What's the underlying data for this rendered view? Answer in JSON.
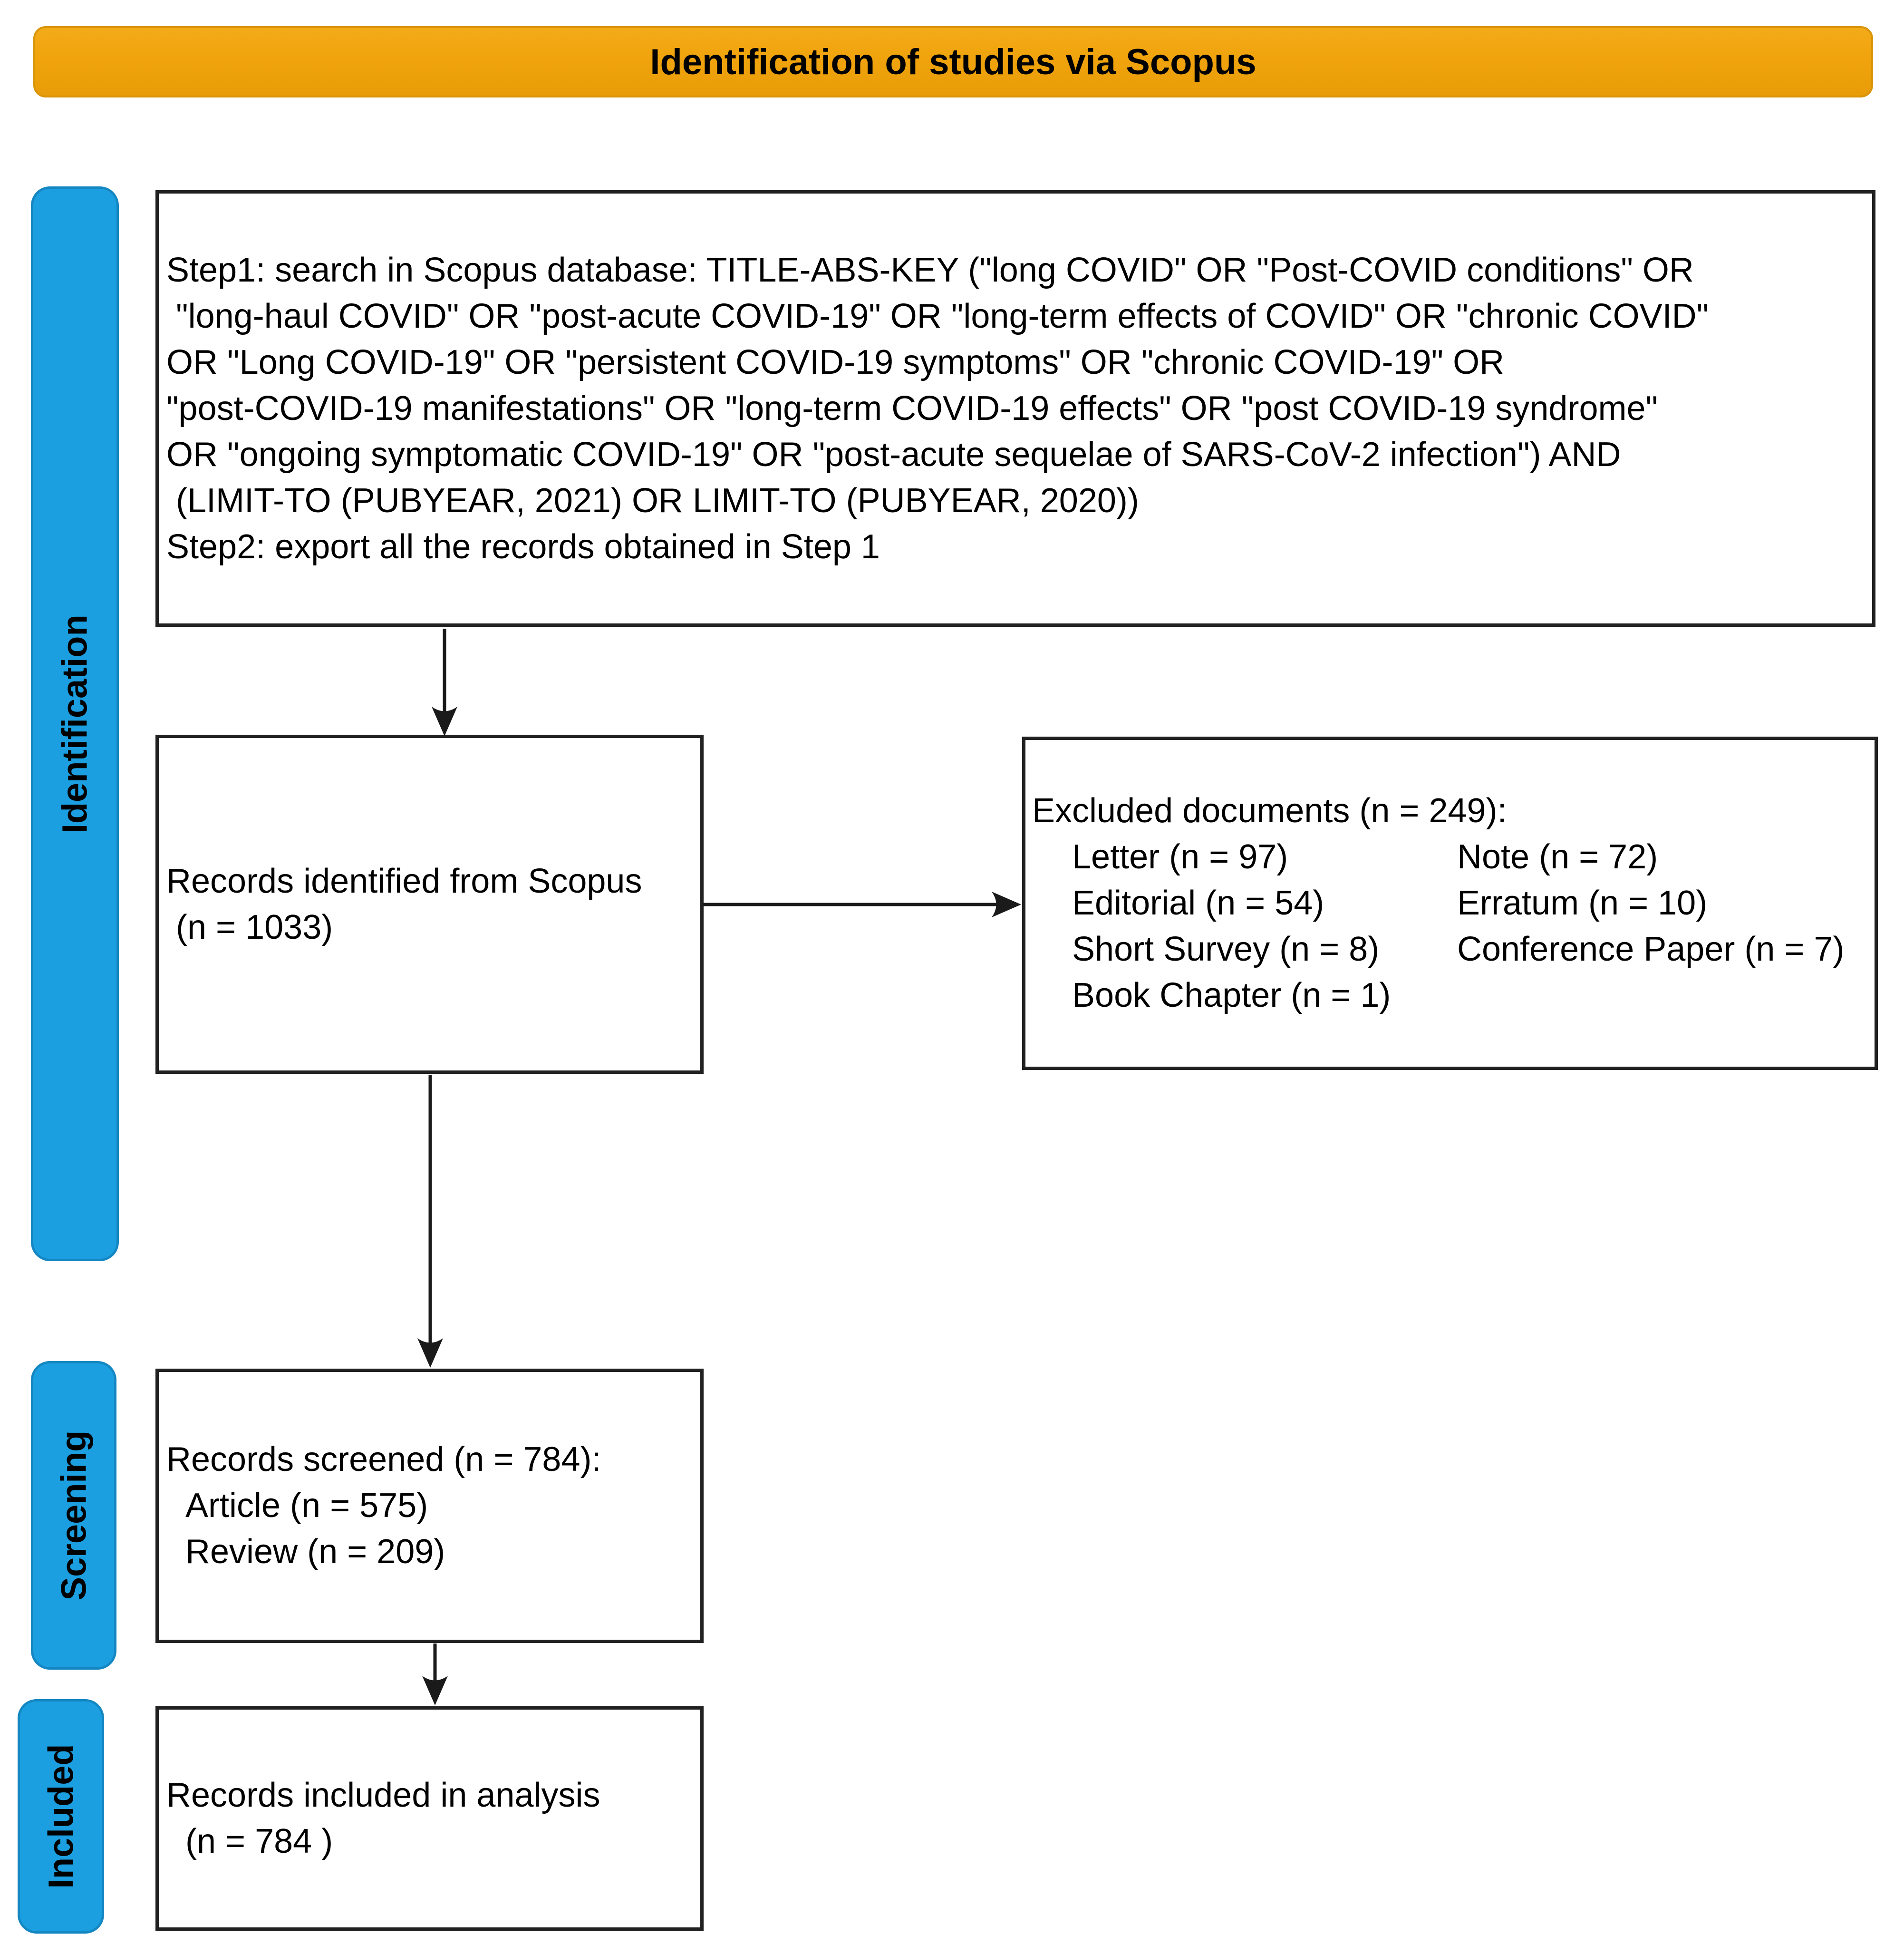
{
  "header": {
    "title": "Identification of studies via Scopus"
  },
  "colors": {
    "banner_orange": "#F0A30C",
    "stage_blue": "#1C9FE0",
    "box_border": "#212121",
    "text": "#000000"
  },
  "stage_labels": {
    "identification": "Identification",
    "screening": "Screening",
    "included": "Included"
  },
  "boxes": {
    "search_strategy": {
      "lines": [
        "Step1: search in Scopus database: TITLE-ABS-KEY (\"long COVID\" OR \"Post-COVID conditions\" OR",
        " \"long-haul COVID\" OR \"post-acute COVID-19\" OR \"long-term effects of COVID\" OR \"chronic COVID\"",
        "OR \"Long COVID-19\" OR \"persistent COVID-19 symptoms\" OR \"chronic COVID-19\" OR",
        "\"post-COVID-19 manifestations\" OR \"long-term COVID-19 effects\" OR \"post COVID-19 syndrome\"",
        "OR \"ongoing symptomatic COVID-19\" OR \"post-acute sequelae of SARS-CoV-2 infection\") AND",
        " (LIMIT-TO (PUBYEAR, 2021) OR LIMIT-TO (PUBYEAR, 2020))",
        "Step2: export all the records obtained in Step 1"
      ]
    },
    "records_identified": {
      "lines": [
        "Records identified from Scopus",
        " (n = 1033)"
      ]
    },
    "excluded_documents": {
      "title": "Excluded documents (n = 249):",
      "rows": [
        {
          "left": "Letter (n = 97)",
          "right": "Note (n = 72)"
        },
        {
          "left": "Editorial (n = 54)",
          "right": "Erratum (n = 10)"
        },
        {
          "left": "Short Survey (n = 8)",
          "right": "Conference Paper (n = 7)"
        },
        {
          "left": "Book Chapter (n = 1)",
          "right": ""
        }
      ]
    },
    "records_screened": {
      "lines": [
        "Records screened (n = 784):",
        "  Article (n = 575)",
        "  Review (n = 209)"
      ]
    },
    "records_included": {
      "lines": [
        "Records included in analysis",
        "  (n = 784 )"
      ]
    }
  }
}
